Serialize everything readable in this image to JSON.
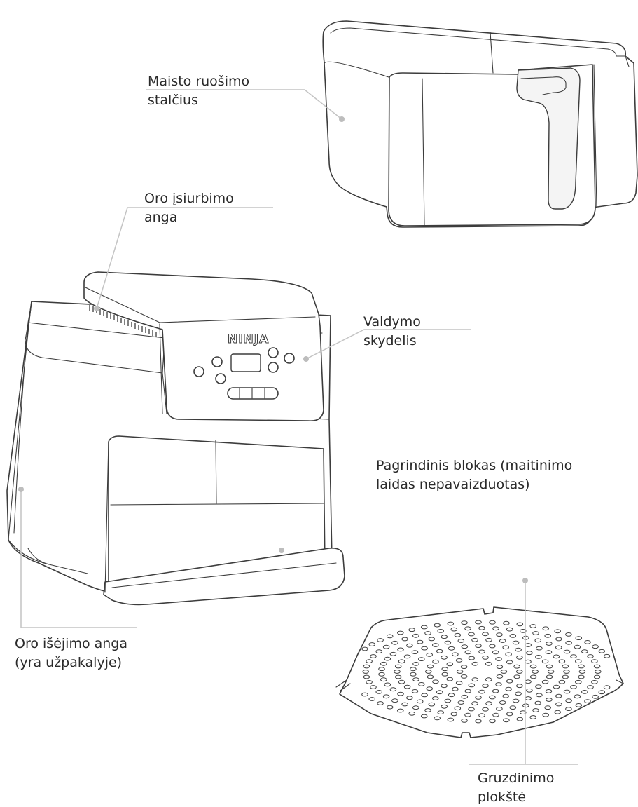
{
  "labels": {
    "drawer": [
      "Maisto ruošimo",
      "stalčius"
    ],
    "air_intake": [
      "Oro įsiurbimo",
      "anga"
    ],
    "control_panel": [
      "Valdymo",
      "skydelis"
    ],
    "main_unit": [
      "Pagrindinis blokas (maitinimo",
      "laidas nepavaizduotas)"
    ],
    "air_outlet": [
      "Oro išėjimo anga",
      "(yra užpakalyje)"
    ],
    "crisper_plate": [
      "Gruzdinimo",
      "plokštė"
    ]
  },
  "brand_logo": "NINJA",
  "colors": {
    "outline": "#3c3c3c",
    "leader": "#c4c4c4",
    "text": "#2a2a2a"
  }
}
